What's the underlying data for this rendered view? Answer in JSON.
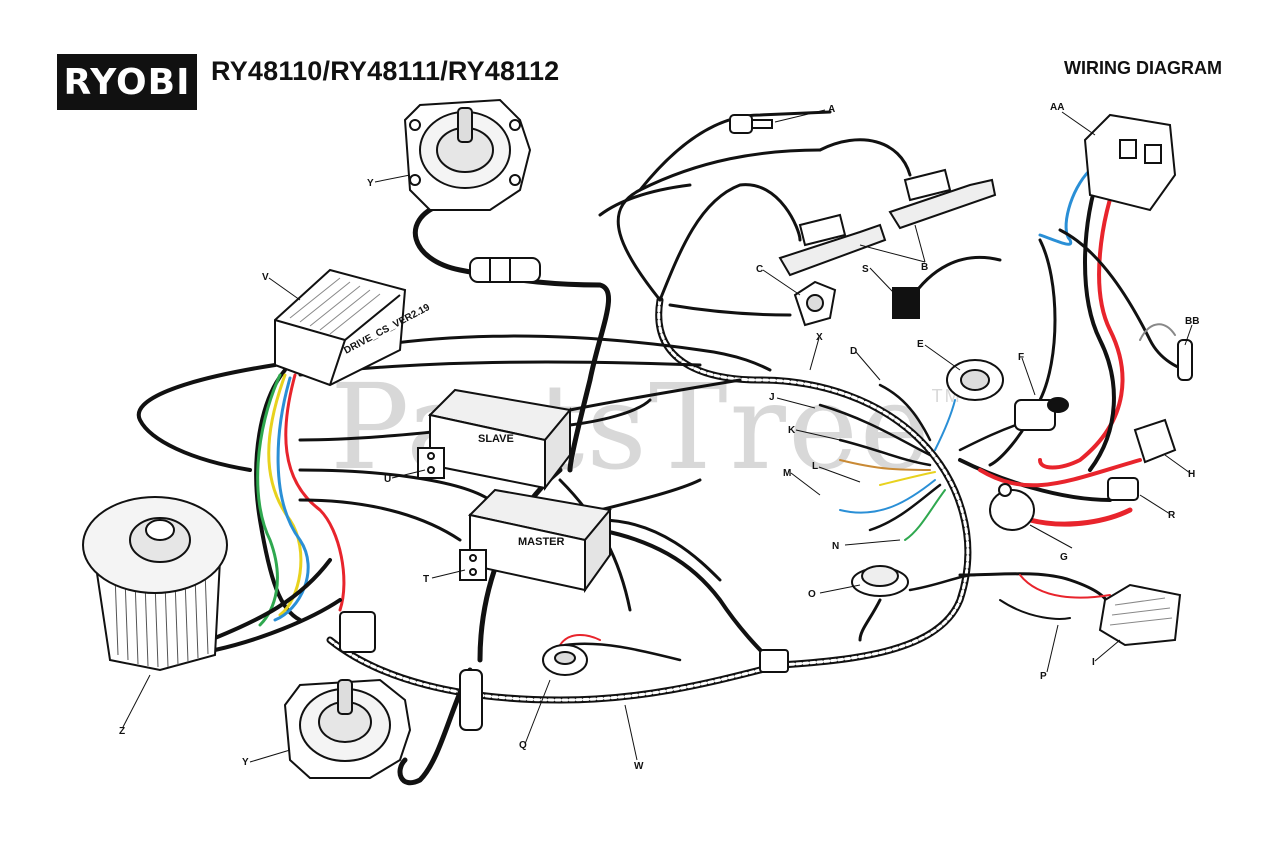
{
  "brand": {
    "logo_text": "RYOBI"
  },
  "header": {
    "models": "RY48110/RY48111/RY48112",
    "title": "WIRING DIAGRAM"
  },
  "watermark": {
    "text": "PartsTree",
    "mark": "TM"
  },
  "modules": {
    "slave": "SLAVE",
    "master": "MASTER",
    "drive_label": "DRIVE_CS_VER2.19"
  },
  "callouts": [
    "A",
    "AA",
    "B",
    "BB",
    "C",
    "D",
    "E",
    "F",
    "G",
    "H",
    "I",
    "J",
    "K",
    "L",
    "M",
    "N",
    "O",
    "P",
    "Q",
    "R",
    "S",
    "T",
    "U",
    "V",
    "W",
    "X",
    "Y",
    "Y",
    "Z"
  ],
  "colors": {
    "red_wire": "#e8242c",
    "blue_wire": "#2a8fd6",
    "green_wire": "#2fa84f",
    "yellow_wire": "#e8d21e",
    "watermark": "#d8d8d8"
  }
}
